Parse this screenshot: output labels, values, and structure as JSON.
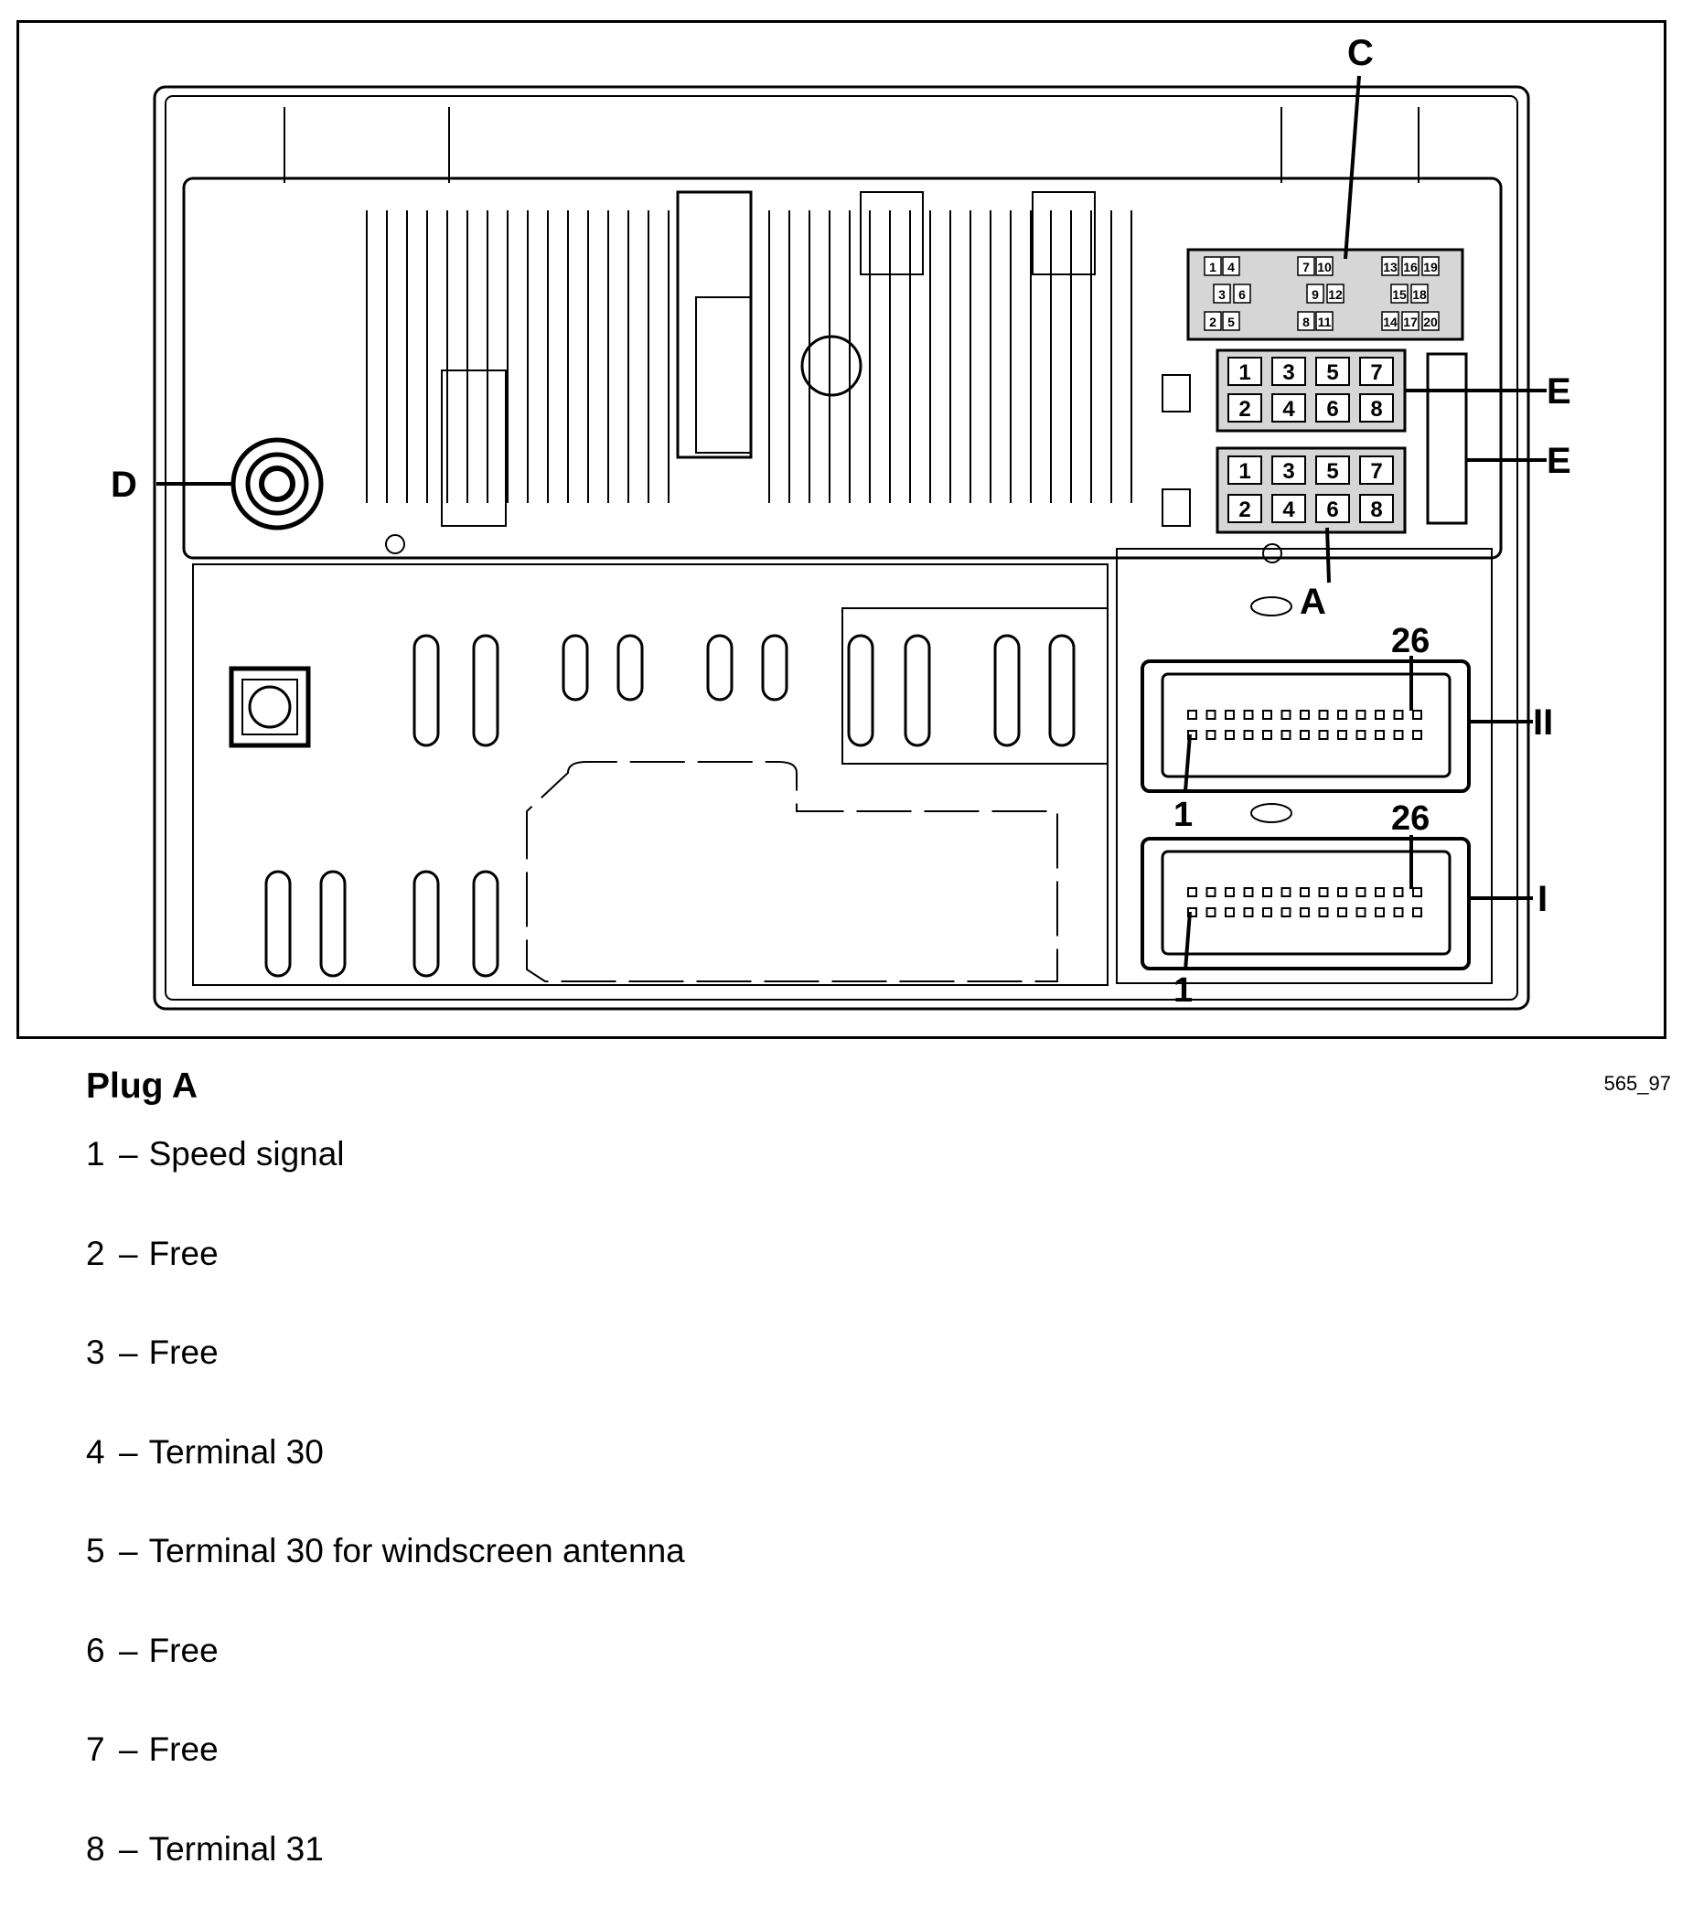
{
  "figure": {
    "id": "565_97",
    "callouts": {
      "C": "C",
      "D": "D",
      "E1": "E",
      "E2": "E",
      "A": "A",
      "II": "II",
      "I": "I"
    },
    "connector_ii": {
      "pin_first": "1",
      "pin_last": "26"
    },
    "connector_i": {
      "pin_first": "1",
      "pin_last": "26"
    },
    "plug_e_pins": [
      "1",
      "3",
      "5",
      "7",
      "2",
      "4",
      "6",
      "8"
    ],
    "plug_a_pins": [
      "1",
      "3",
      "5",
      "7",
      "2",
      "4",
      "6",
      "8"
    ],
    "plug_c_pins": [
      "1",
      "4",
      "7",
      "10",
      "13",
      "16",
      "19",
      "3",
      "6",
      "9",
      "12",
      "15",
      "18",
      "2",
      "5",
      "8",
      "11",
      "14",
      "17",
      "20"
    ]
  },
  "legend": {
    "title": "Plug A",
    "items": [
      {
        "pin": "1",
        "dash": "–",
        "desc": "Speed signal"
      },
      {
        "pin": "2",
        "dash": "–",
        "desc": "Free"
      },
      {
        "pin": "3",
        "dash": "–",
        "desc": "Free"
      },
      {
        "pin": "4",
        "dash": "–",
        "desc": "Terminal 30"
      },
      {
        "pin": "5",
        "dash": "–",
        "desc": "Terminal 30 for windscreen antenna"
      },
      {
        "pin": "6",
        "dash": "–",
        "desc": "Free"
      },
      {
        "pin": "7",
        "dash": "–",
        "desc": "Free"
      },
      {
        "pin": "8",
        "dash": "–",
        "desc": "Terminal 31"
      }
    ]
  }
}
